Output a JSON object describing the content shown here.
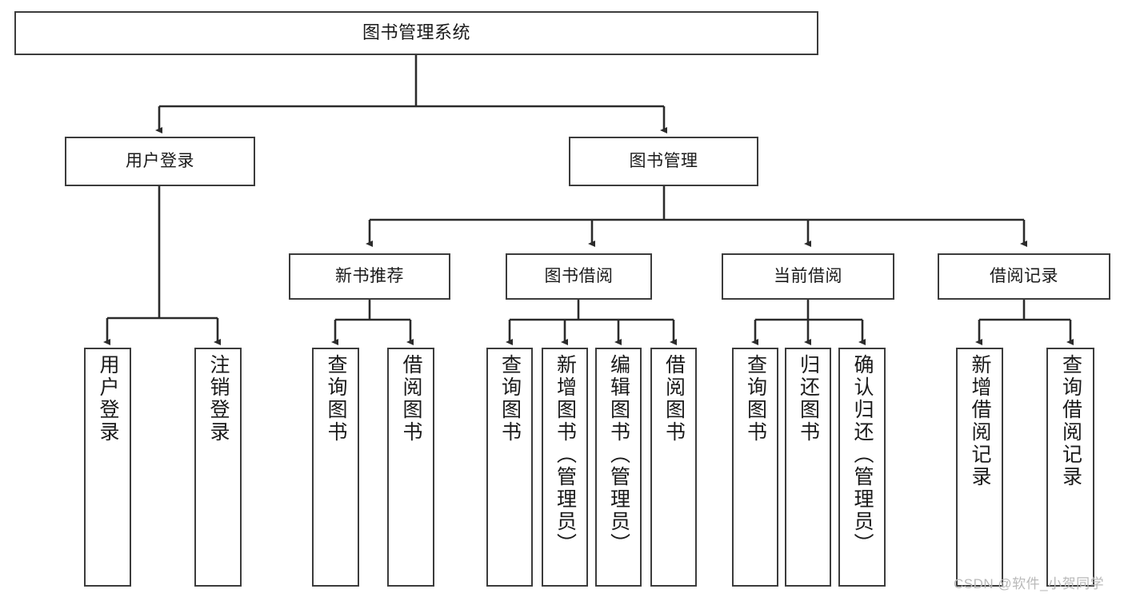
{
  "diagram": {
    "title": "图书管理系统",
    "type": "tree-hierarchy",
    "watermark": "CSDN @软件_小贺同学",
    "colors": {
      "box_border": "#3c3c3c",
      "box_fill": "#ffffff",
      "connector": "#2b2b2b",
      "text": "#1a1a1a",
      "watermark": "#b9b9b9"
    },
    "root": {
      "label": "图书管理系统"
    },
    "level2": [
      {
        "label": "用户登录"
      },
      {
        "label": "图书管理"
      }
    ],
    "level3": [
      {
        "label": "新书推荐"
      },
      {
        "label": "图书借阅"
      },
      {
        "label": "当前借阅"
      },
      {
        "label": "借阅记录"
      }
    ],
    "leaves": {
      "user_login": [
        {
          "label": "用户登录"
        },
        {
          "label": "注销登录"
        }
      ],
      "new_book_recommend": [
        {
          "label": "查询图书"
        },
        {
          "label": "借阅图书"
        }
      ],
      "book_borrow": [
        {
          "label": "查询图书"
        },
        {
          "label": "新增图书（管理员）"
        },
        {
          "label": "编辑图书（管理员）"
        },
        {
          "label": "借阅图书"
        }
      ],
      "current_borrow": [
        {
          "label": "查询图书"
        },
        {
          "label": "归还图书"
        },
        {
          "label": "确认归还（管理员）"
        }
      ],
      "borrow_records": [
        {
          "label": "新增借阅记录"
        },
        {
          "label": "查询借阅记录"
        }
      ]
    }
  }
}
